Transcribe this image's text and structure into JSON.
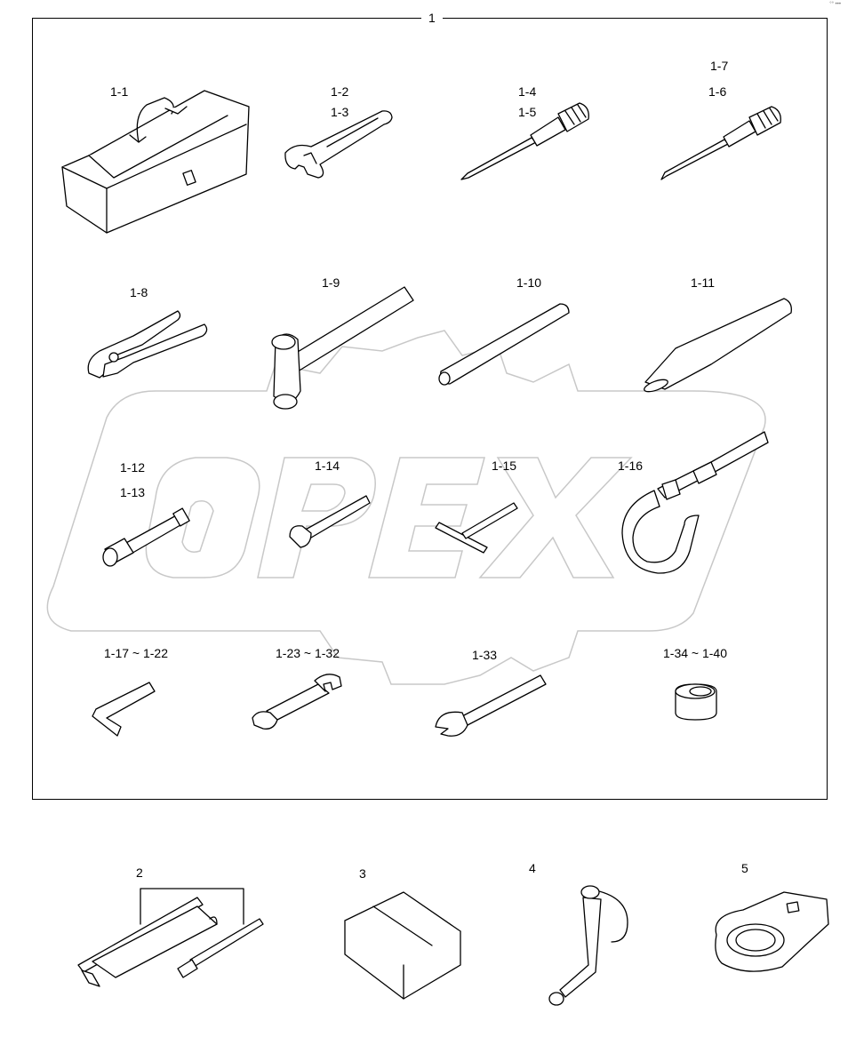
{
  "corner_mark": "°° •••",
  "watermark": {
    "text": "OPEX"
  },
  "frame": {
    "label": "1"
  },
  "items": [
    {
      "id": "1-1",
      "label": "1-1"
    },
    {
      "id": "1-2",
      "label": "1-2"
    },
    {
      "id": "1-3",
      "label": "1-3"
    },
    {
      "id": "1-4",
      "label": "1-4"
    },
    {
      "id": "1-5",
      "label": "1-5"
    },
    {
      "id": "1-7",
      "label": "1-7"
    },
    {
      "id": "1-6",
      "label": "1-6"
    },
    {
      "id": "1-8",
      "label": "1-8"
    },
    {
      "id": "1-9",
      "label": "1-9"
    },
    {
      "id": "1-10",
      "label": "1-10"
    },
    {
      "id": "1-11",
      "label": "1-11"
    },
    {
      "id": "1-12",
      "label": "1-12"
    },
    {
      "id": "1-13",
      "label": "1-13"
    },
    {
      "id": "1-14",
      "label": "1-14"
    },
    {
      "id": "1-15",
      "label": "1-15"
    },
    {
      "id": "1-16",
      "label": "1-16"
    },
    {
      "id": "1-17-1-22",
      "label": "1-17 ~ 1-22"
    },
    {
      "id": "1-23-1-32",
      "label": "1-23 ~ 1-32"
    },
    {
      "id": "1-33",
      "label": "1-33"
    },
    {
      "id": "1-34-1-40",
      "label": "1-34 ~ 1-40"
    },
    {
      "id": "2",
      "label": "2"
    },
    {
      "id": "3",
      "label": "3"
    },
    {
      "id": "4",
      "label": "4"
    },
    {
      "id": "5",
      "label": "5"
    }
  ]
}
